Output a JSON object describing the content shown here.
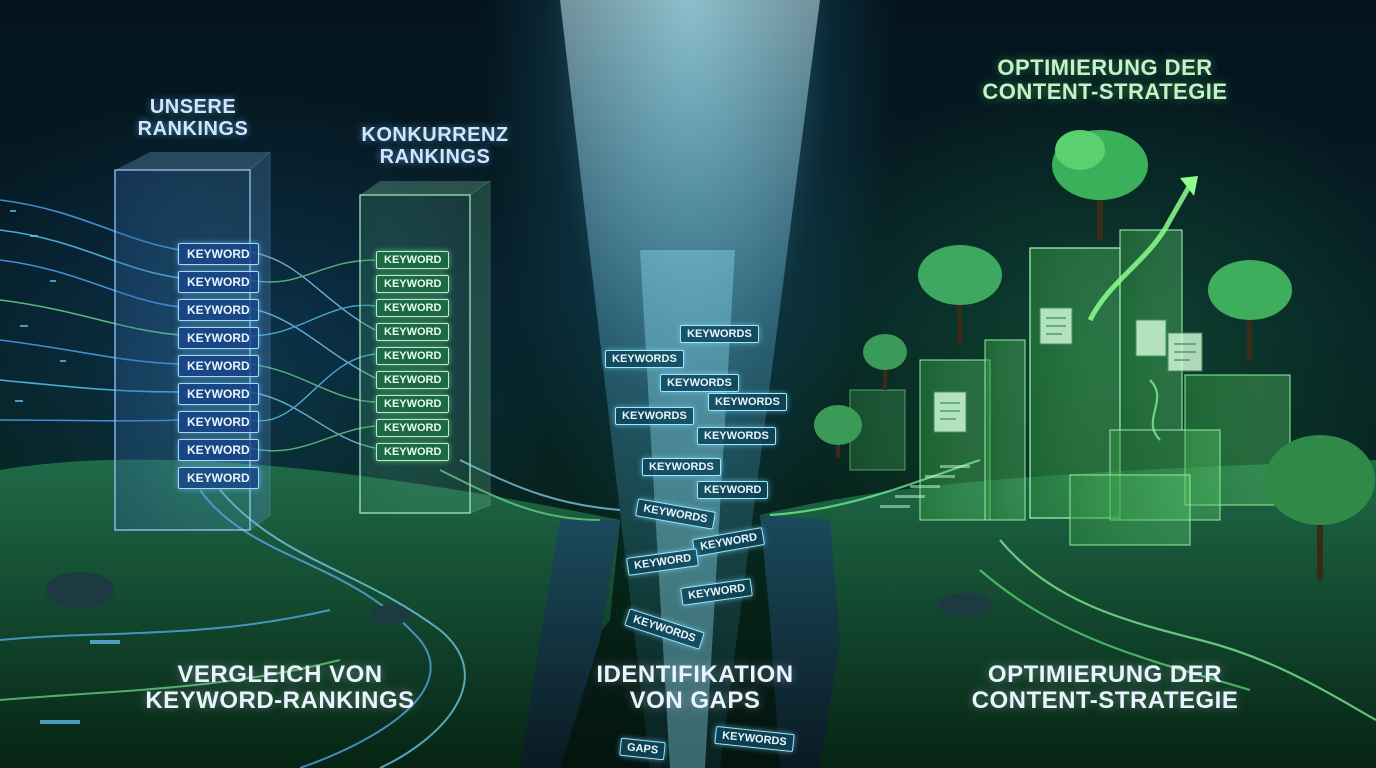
{
  "labels": {
    "unsere": "UNSERE\nRANKINGS",
    "konkurrenz": "KONKURRENZ\nRANKINGS",
    "optimierung_top": "OPTIMIERUNG DER\nCONTENT-STRATEGIE",
    "vergleich": "VERGLEICH VON\nKEYWORD-RANKINGS",
    "identifikation": "IDENTIFIKATION\nVON GAPS",
    "optimierung_bottom": "OPTIMIERUNG DER\nCONTENT-STRATEGIE"
  },
  "our_keywords": [
    "KEYWORD",
    "KEYWORD",
    "KEYWORD",
    "KEYWORD",
    "KEYWORD",
    "KEYWORD",
    "KEYWORD",
    "KEYWORD",
    "KEYWORD"
  ],
  "competitor_keywords": [
    "KEYWORD",
    "KEYWORD",
    "KEYWORD",
    "KEYWORD",
    "KEYWORD",
    "KEYWORD",
    "KEYWORD",
    "KEYWORD",
    "KEYWORD"
  ],
  "gap_chips": [
    {
      "text": "KEYWORDS"
    },
    {
      "text": "KEYWORDS"
    },
    {
      "text": "KEYWORDS"
    },
    {
      "text": "KEYWORDS"
    },
    {
      "text": "KEYWORDS"
    },
    {
      "text": "KEYWORDS"
    },
    {
      "text": "KEYWORDS"
    },
    {
      "text": "KEYWORD"
    },
    {
      "text": "KEYWORDS"
    },
    {
      "text": "KEYWORD"
    },
    {
      "text": "KEYWORD"
    },
    {
      "text": "KEYWORD"
    },
    {
      "text": "KEYWORDS"
    },
    {
      "text": "GAPS"
    },
    {
      "text": "KEYWORDS"
    }
  ],
  "colors": {
    "blue_accent": "#5fb4ff",
    "green_accent": "#56e07a",
    "light_beam": "#8fe6ff",
    "ground": "#0c3a22"
  }
}
